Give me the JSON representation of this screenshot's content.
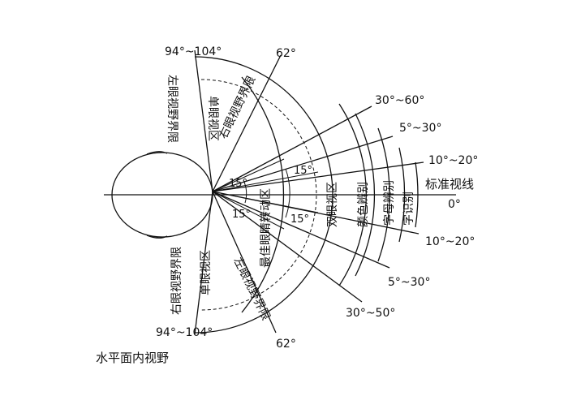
{
  "caption": "水平面内视野",
  "angles": {
    "upper_outer": "94°~104°",
    "lower_outer": "94°~104°",
    "upper_62": "62°",
    "lower_62": "62°",
    "upper_30_60": "30°~60°",
    "upper_5_30": "5°~30°",
    "upper_10_20": "10°~20°",
    "zero": "0°",
    "lower_10_20": "10°~20°",
    "lower_5_30": "5°~30°",
    "lower_30_50": "30°~50°",
    "fifteen_a": "15°",
    "fifteen_b": "15°",
    "fifteen_c": "15°",
    "fifteen_d": "15°"
  },
  "zones": {
    "left_eye_limit_upper": "左眼视野界限",
    "right_eye_limit_upper": "右眼视野界限",
    "mono_upper": "单眼视区",
    "right_eye_limit_lower": "右眼视野界限",
    "left_eye_limit_lower": "左眼视野界限",
    "mono_lower": "单眼视区",
    "best_eye_rotation": "最佳眼睛转动区",
    "binocular": "双眼视区",
    "color": "颜色辨别",
    "letter": "字母辨别",
    "word": "字识别",
    "standard_line": "标准视线"
  }
}
